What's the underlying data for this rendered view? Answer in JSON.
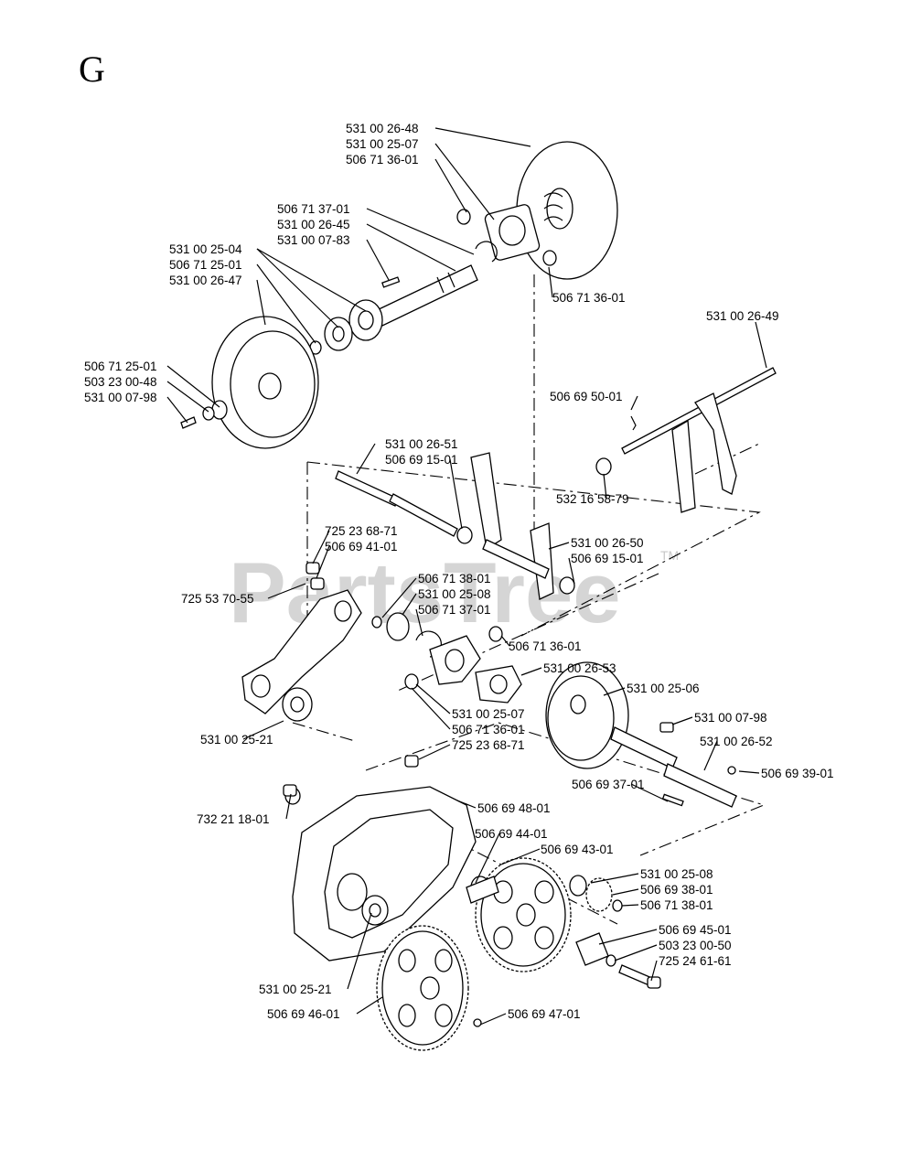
{
  "section_letter": "G",
  "watermark": {
    "text": "PartsTree",
    "tm": "TM"
  },
  "labels": {
    "l01": "531 00 26-48",
    "l02": "531 00 25-07",
    "l03": "506 71 36-01",
    "l04": "506 71 37-01",
    "l05": "531 00 26-45",
    "l06": "531 00 07-83",
    "l07": "531 00 25-04",
    "l08": "506 71 25-01",
    "l09": "531 00 26-47",
    "l10": "506 71 36-01",
    "l11": "531 00 26-49",
    "l12": "506 71 25-01",
    "l13": "503 23 00-48",
    "l14": "531 00 07-98",
    "l15": "506 69 50-01",
    "l16": "531 00 26-51",
    "l17": "506 69 15-01",
    "l18": "532 16 58-79",
    "l19": "725 23 68-71",
    "l20": "506 69 41-01",
    "l21": "531 00 26-50",
    "l22": "506 69 15-01",
    "l23": "725 53 70-55",
    "l24": "506 71 38-01",
    "l25": "531 00 25-08",
    "l26": "506 71 37-01",
    "l27": "506 71 36-01",
    "l28": "531 00 26-53",
    "l29": "531 00 25-06",
    "l30": "531 00 07-98",
    "l31": "531 00 25-21",
    "l32": "531 00 25-07",
    "l33": "506 71 36-01",
    "l34": "725 23 68-71",
    "l35": "531 00 26-52",
    "l36": "506 69 39-01",
    "l37": "506 69 37-01",
    "l38": "732 21 18-01",
    "l39": "506 69 48-01",
    "l40": "506 69 44-01",
    "l41": "506 69 43-01",
    "l42": "531 00 25-08",
    "l43": "506 69 38-01",
    "l44": "506 71 38-01",
    "l45": "506 69 45-01",
    "l46": "503 23 00-50",
    "l47": "725 24 61-61",
    "l48": "531 00 25-21",
    "l49": "506 69 46-01",
    "l50": "506 69 47-01"
  }
}
